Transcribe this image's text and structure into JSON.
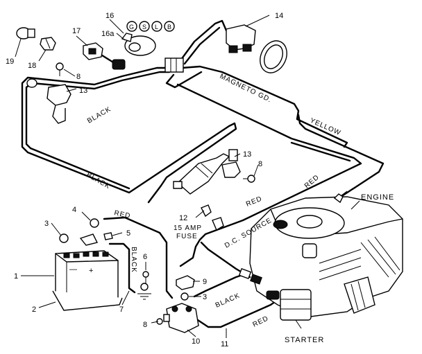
{
  "callouts": {
    "n1": "1",
    "n2": "2",
    "n3": "3",
    "n3b": "3",
    "n4": "4",
    "n5": "5",
    "n6": "6",
    "n7": "7",
    "n8": "8",
    "n8b": "8",
    "n8c": "8",
    "n9": "9",
    "n10": "10",
    "n11": "11",
    "n12": "12",
    "n13": "13",
    "n13b": "13",
    "n14": "14",
    "n16": "16",
    "n16a": "16a",
    "n17": "17",
    "n18": "18",
    "n19": "19"
  },
  "switch_terminals": {
    "g": "G",
    "s": "S",
    "l": "L",
    "b": "B"
  },
  "wire_labels": {
    "black_upper": "BLACK",
    "black_lower": "BLACK",
    "black_battery": "BLACK",
    "black_solenoid": "BLACK",
    "magneto": "MAGNETO GD.",
    "yellow": "YELLOW",
    "red_right": "RED",
    "red_mid": "RED",
    "red_battery": "RED",
    "red_bottom": "RED",
    "dc_source": "D.C. SOURCE"
  },
  "component_labels": {
    "engine": "ENGINE",
    "starter": "STARTER",
    "fuse_line1": "15 AMP",
    "fuse_line2": "FUSE"
  },
  "battery_symbols": {
    "minus": "—",
    "plus": "+"
  }
}
